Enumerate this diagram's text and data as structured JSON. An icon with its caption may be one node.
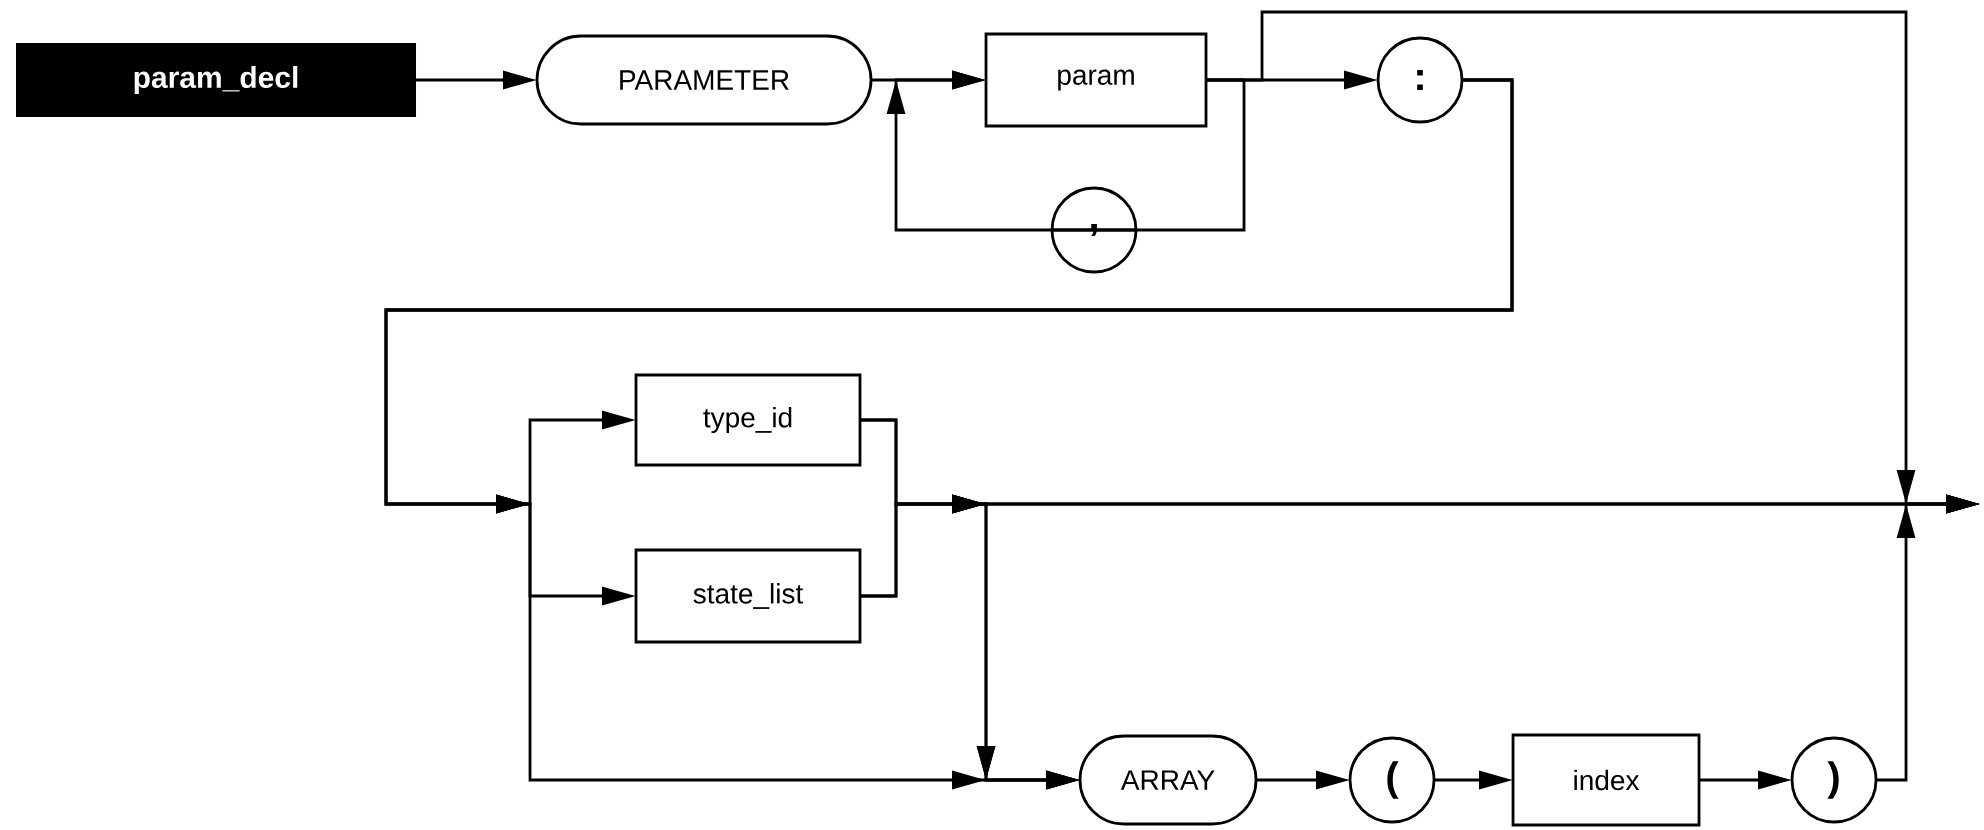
{
  "diagram": {
    "nodes": [
      {
        "text": [
          "param_decl"
        ]
      },
      {
        "text": [
          "PARAMETER"
        ]
      },
      {
        "text": [
          "param"
        ]
      },
      {
        "text": [
          ","
        ]
      },
      {
        "text": [
          ":"
        ]
      },
      {
        "text": [
          "type_id"
        ]
      },
      {
        "text": [
          "state_list"
        ]
      },
      {
        "text": [
          "ARRAY"
        ]
      },
      {
        "text": [
          "("
        ]
      },
      {
        "text": [
          "index"
        ]
      },
      {
        "text": [
          ")"
        ]
      }
    ],
    "edges": [
      {
        "from": 0,
        "to": 1,
        "arrow": "to"
      },
      {
        "from": 1,
        "to": 2,
        "arrow": "to"
      },
      {
        "from": 2,
        "to": 4,
        "arrow": "to"
      },
      {
        "from": 2,
        "to": 3,
        "arrow": "none"
      },
      {
        "from": 3,
        "to": 2,
        "arrow": "to"
      },
      {
        "from": 2,
        "to": null,
        "arrow": "to"
      },
      {
        "from": 4,
        "to": 5,
        "arrow": "to"
      },
      {
        "from": 4,
        "to": 6,
        "arrow": "to"
      },
      {
        "from": 4,
        "to": 7,
        "arrow": "to"
      },
      {
        "from": 5,
        "to": 7,
        "arrow": "to"
      },
      {
        "from": 6,
        "to": 7,
        "arrow": "to"
      },
      {
        "from": 5,
        "to": null,
        "arrow": "to"
      },
      {
        "from": 6,
        "to": null,
        "arrow": "to"
      },
      {
        "from": 7,
        "to": 8,
        "arrow": "to"
      },
      {
        "from": 8,
        "to": 9,
        "arrow": "to"
      },
      {
        "from": 9,
        "to": 10,
        "arrow": "to"
      },
      {
        "from": 10,
        "to": null,
        "arrow": "to"
      }
    ]
  }
}
